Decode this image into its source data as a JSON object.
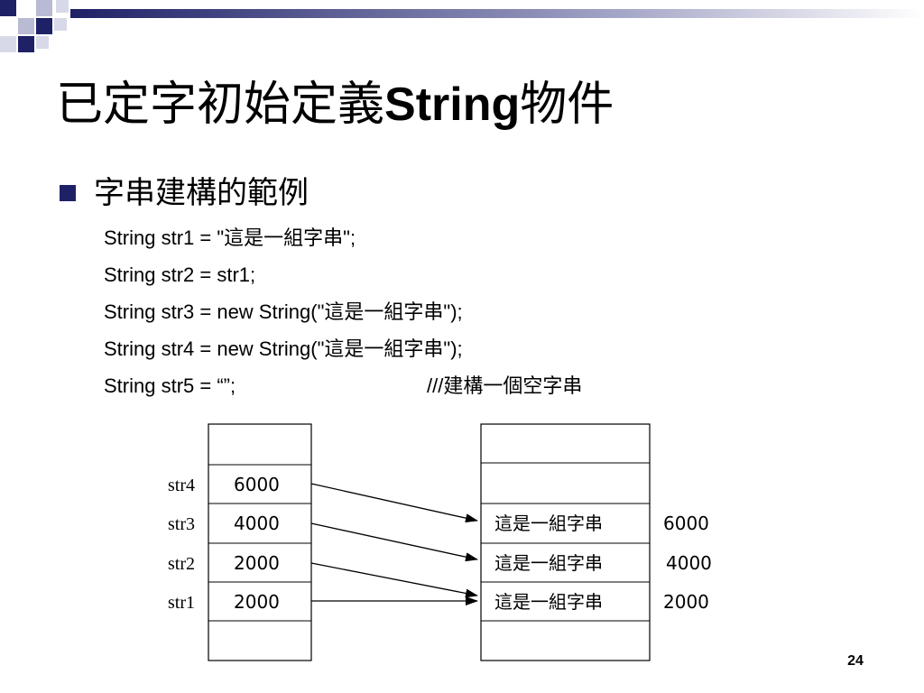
{
  "slide": {
    "title_prefix": "已定字初始定義",
    "title_bold": "String",
    "title_suffix": "物件",
    "bullet": "字串建構的範例",
    "code_lines": [
      {
        "code": "String str1 = \"這是一組字串\";",
        "comment": ""
      },
      {
        "code": "String str2 = str1;",
        "comment": ""
      },
      {
        "code": "String str3 = new String(\"這是一組字串\");",
        "comment": ""
      },
      {
        "code": "String str4 = new String(\"這是一組字串\");",
        "comment": ""
      },
      {
        "code": "String str5 = “”;",
        "comment": "///建構一個空字串"
      }
    ],
    "page_number": "24"
  },
  "diagram": {
    "references": [
      {
        "name": "str4",
        "value": "6000"
      },
      {
        "name": "str3",
        "value": "4000"
      },
      {
        "name": "str2",
        "value": "2000"
      },
      {
        "name": "str1",
        "value": "2000"
      }
    ],
    "objects": [
      {
        "text": "這是一組字串",
        "address": "6000"
      },
      {
        "text": "這是一組字串",
        "address": "4000"
      },
      {
        "text": "這是一組字串",
        "address": "2000"
      }
    ]
  },
  "colors": {
    "bullet": "#1f2167",
    "banner_dark": "#1f2167"
  }
}
